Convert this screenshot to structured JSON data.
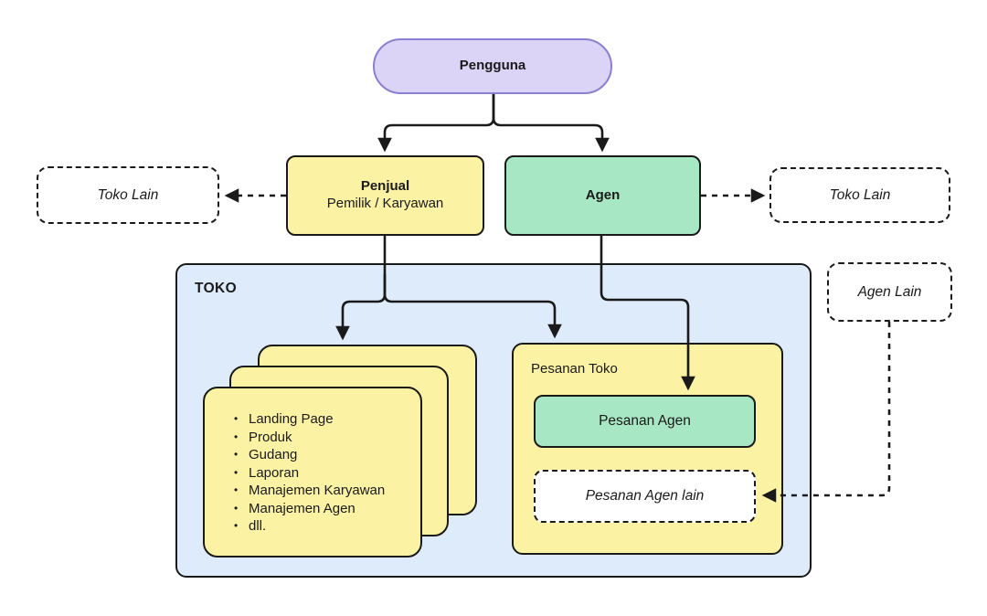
{
  "colors": {
    "purple_fill": "#dcd4f7",
    "purple_border": "#8a7fd0",
    "yellow_fill": "#fbf2a3",
    "green_fill": "#a8e7c3",
    "blue_fill": "#deebfa",
    "line": "#1a1a1a",
    "white": "#ffffff"
  },
  "diagram": {
    "pengguna": "Pengguna",
    "penjual_title": "Penjual",
    "penjual_subtitle": "Pemilik / Karyawan",
    "agen": "Agen",
    "toko_lain_left": "Toko Lain",
    "toko_lain_right": "Toko Lain",
    "agen_lain": "Agen Lain",
    "toko": "TOKO",
    "features": [
      "Landing Page",
      "Produk",
      "Gudang",
      "Laporan",
      "Manajemen Karyawan",
      "Manajemen Agen",
      "dll."
    ],
    "pesanan_toko": "Pesanan Toko",
    "pesanan_agen": "Pesanan Agen",
    "pesanan_agen_lain": "Pesanan Agen lain"
  }
}
